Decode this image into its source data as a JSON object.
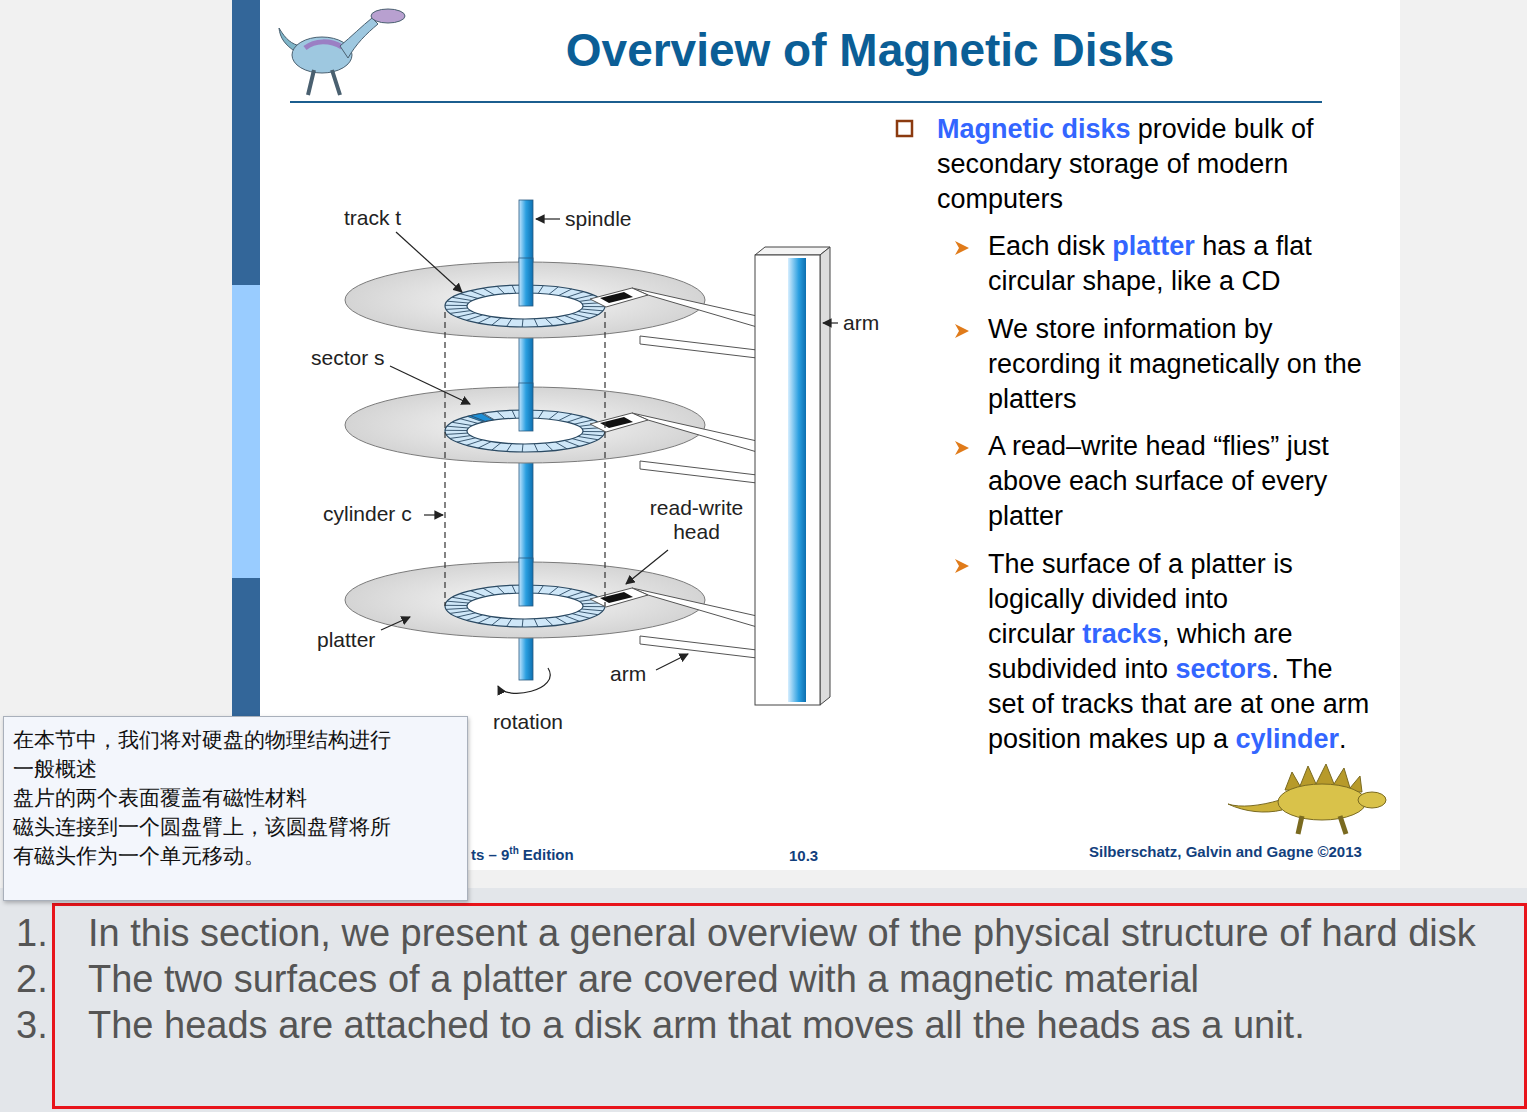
{
  "diagram": {
    "title": "Overview of Magnetic Disks",
    "nodes": [
      {
        "text": [
          "在本节中，我们将对硬盘的物理结构进行一般概述",
          "盘片的两个表面覆盖有磁性材料",
          "磁头连接到一个圆盘臂上，该圆盘臂将所有磁头作为一个单元移动。"
        ]
      },
      {
        "text": [
          "In this section, we present a general overview of the physical structure of hard disk",
          "The two surfaces of a platter are covered with a magnetic material",
          "The heads are attached to a disk arm that moves all the heads as a unit."
        ]
      }
    ],
    "labels": [
      "track t",
      "spindle",
      "arm",
      "sector s",
      "cylinder c",
      "read-write head",
      "platter",
      "arm",
      "rotation",
      "Magnetic disks",
      "provide bulk of secondary storage of modern computers",
      "Each disk",
      "platter",
      "has a flat circular shape, like a CD",
      "We store information by recording it magnetically on the platters",
      "A read–write head “flies” just above each surface of every platter",
      "The surface of a platter is logically divided into circular",
      "tracks",
      ", which are subdivided into",
      "sectors",
      ". The set of tracks that are at one arm position makes up a",
      "cylinder",
      ".",
      "ts – 9",
      "th",
      "Edition",
      "10.3",
      "Silberschatz, Galvin and Gagne ©2013",
      "1.",
      "2.",
      "3."
    ]
  }
}
